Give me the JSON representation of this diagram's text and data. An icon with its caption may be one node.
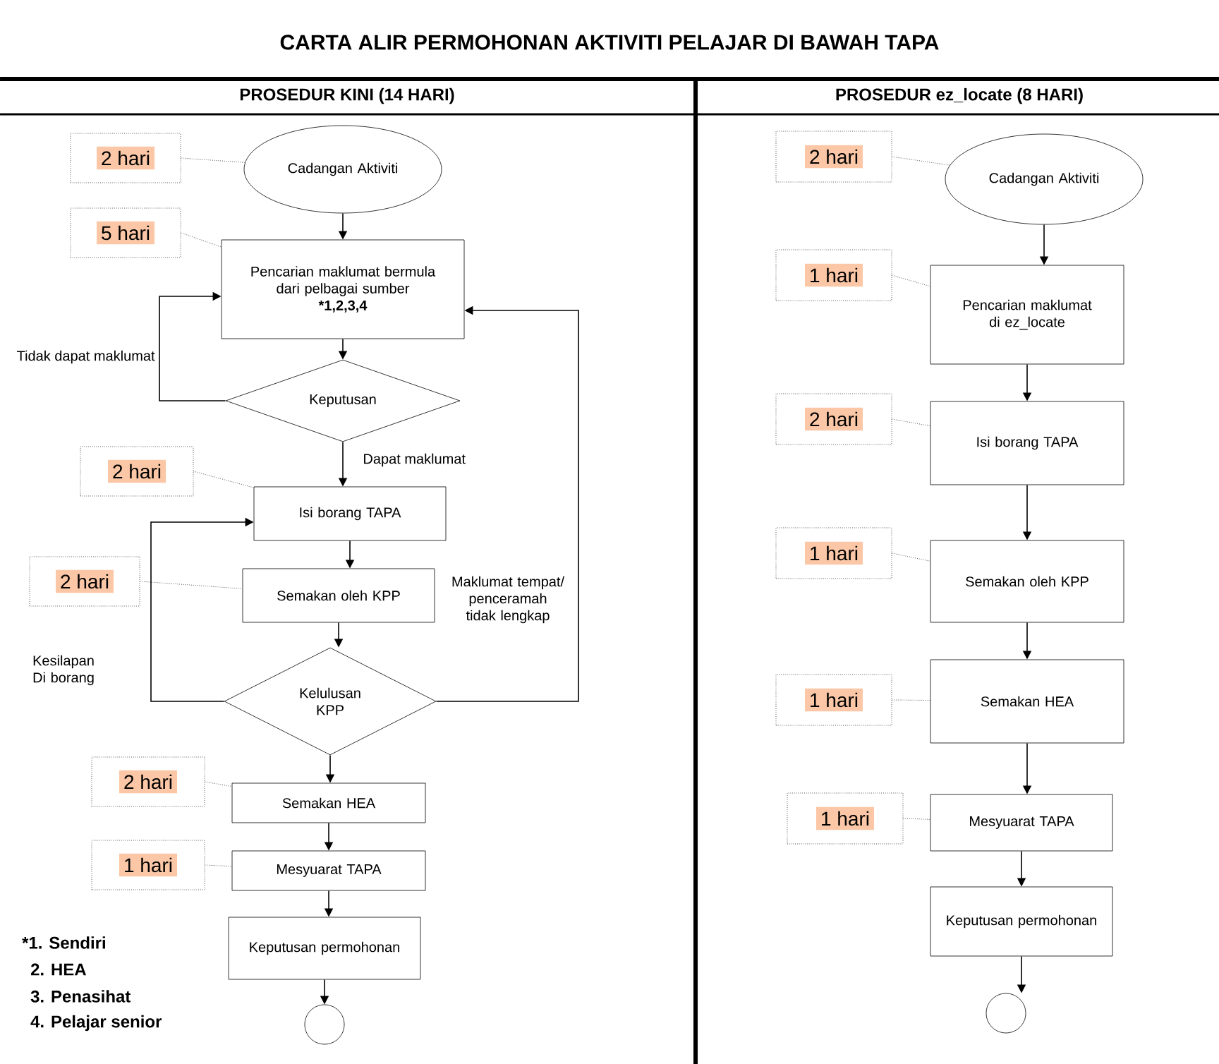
{
  "diagram": {
    "title": "CARTA ALIR PERMOHONAN AKTIVITI PELAJAR DI BAWAH TAPA",
    "nodes": [
      {
        "text": [
          "Cadangan Aktiviti"
        ]
      },
      {
        "text": [
          "Pencarian maklumat bermula dari pelbagai sumber",
          "*1,2,3,4"
        ]
      },
      {
        "text": [
          "Keputusan"
        ]
      },
      {
        "text": [
          "Isi borang TAPA"
        ]
      },
      {
        "text": [
          "Semakan oleh KPP"
        ]
      },
      {
        "text": [
          "Kelulusan KPP"
        ]
      },
      {
        "text": [
          "Semakan HEA"
        ]
      },
      {
        "text": [
          "Mesyuarat TAPA"
        ]
      },
      {
        "text": [
          "Keputusan permohonan"
        ]
      },
      {
        "text": [],
        "shape": "circle"
      },
      {
        "text": [
          "2 hari"
        ]
      },
      {
        "text": [
          "5 hari"
        ]
      },
      {
        "text": [
          "2 hari"
        ]
      },
      {
        "text": [
          "2 hari"
        ]
      },
      {
        "text": [
          "2 hari"
        ]
      },
      {
        "text": [
          "1 hari"
        ]
      },
      {
        "text": [
          "Cadangan Aktiviti"
        ]
      },
      {
        "text": [
          "Pencarian maklumat di ez_locate"
        ]
      },
      {
        "text": [
          "Isi borang TAPA"
        ]
      },
      {
        "text": [
          "Semakan oleh KPP"
        ]
      },
      {
        "text": [
          "Semakan HEA"
        ]
      },
      {
        "text": [
          "Mesyuarat TAPA"
        ]
      },
      {
        "text": [
          "Keputusan permohonan"
        ]
      },
      {
        "text": [],
        "shape": "circle"
      },
      {
        "text": [
          "2 hari"
        ]
      },
      {
        "text": [
          "1 hari"
        ]
      },
      {
        "text": [
          "2 hari"
        ]
      },
      {
        "text": [
          "1 hari"
        ]
      },
      {
        "text": [
          "1 hari"
        ]
      },
      {
        "text": [
          "1 hari"
        ]
      }
    ],
    "edges": [
      {
        "from": 0,
        "to": 1,
        "arrow": "to"
      },
      {
        "from": 1,
        "to": 2,
        "arrow": "to"
      },
      {
        "from": 2,
        "to": 3,
        "arrow": "to",
        "label": "Dapat maklumat"
      },
      {
        "from": 2,
        "to": 1,
        "arrow": "to",
        "label": "Tidak dapat maklumat"
      },
      {
        "from": 3,
        "to": 4,
        "arrow": "to"
      },
      {
        "from": 4,
        "to": 5,
        "arrow": "to"
      },
      {
        "from": 5,
        "to": 3,
        "arrow": "to",
        "label": "Kesilapan Di borang"
      },
      {
        "from": 5,
        "to": 1,
        "arrow": "to",
        "label": "Maklumat tempat/ penceramah tidak lengkap"
      },
      {
        "from": 5,
        "to": 6,
        "arrow": "to"
      },
      {
        "from": 6,
        "to": 7,
        "arrow": "to"
      },
      {
        "from": 7,
        "to": 8,
        "arrow": "to"
      },
      {
        "from": 8,
        "to": 9,
        "arrow": "to"
      },
      {
        "from": 16,
        "to": 17,
        "arrow": "to"
      },
      {
        "from": 17,
        "to": 18,
        "arrow": "to"
      },
      {
        "from": 18,
        "to": 19,
        "arrow": "to"
      },
      {
        "from": 19,
        "to": 20,
        "arrow": "to"
      },
      {
        "from": 20,
        "to": 21,
        "arrow": "to"
      },
      {
        "from": 21,
        "to": 22,
        "arrow": "to"
      },
      {
        "from": 22,
        "to": 23,
        "arrow": "to"
      },
      {
        "from": 10,
        "to": 0,
        "arrow": "none",
        "style": "dashed"
      },
      {
        "from": 11,
        "to": 1,
        "arrow": "none",
        "style": "dashed"
      },
      {
        "from": 12,
        "to": 3,
        "arrow": "none",
        "style": "dashed"
      },
      {
        "from": 13,
        "to": 4,
        "arrow": "none",
        "style": "dashed"
      },
      {
        "from": 14,
        "to": 6,
        "arrow": "none",
        "style": "dashed"
      },
      {
        "from": 15,
        "to": 7,
        "arrow": "none",
        "style": "dashed"
      },
      {
        "from": 24,
        "to": 16,
        "arrow": "none",
        "style": "dashed"
      },
      {
        "from": 25,
        "to": 17,
        "arrow": "none",
        "style": "dashed"
      },
      {
        "from": 26,
        "to": 18,
        "arrow": "none",
        "style": "dashed"
      },
      {
        "from": 27,
        "to": 19,
        "arrow": "none",
        "style": "dashed"
      },
      {
        "from": 28,
        "to": 20,
        "arrow": "none",
        "style": "dashed"
      },
      {
        "from": 29,
        "to": 21,
        "arrow": "none",
        "style": "dashed"
      }
    ],
    "labels": [
      "PROSEDUR KINI (14 HARI)",
      "PROSEDUR ez_locate (8 HARI)",
      "*1. Sendiri",
      "2. HEA",
      "3. Penasihat",
      "4. Pelajar senior"
    ]
  }
}
